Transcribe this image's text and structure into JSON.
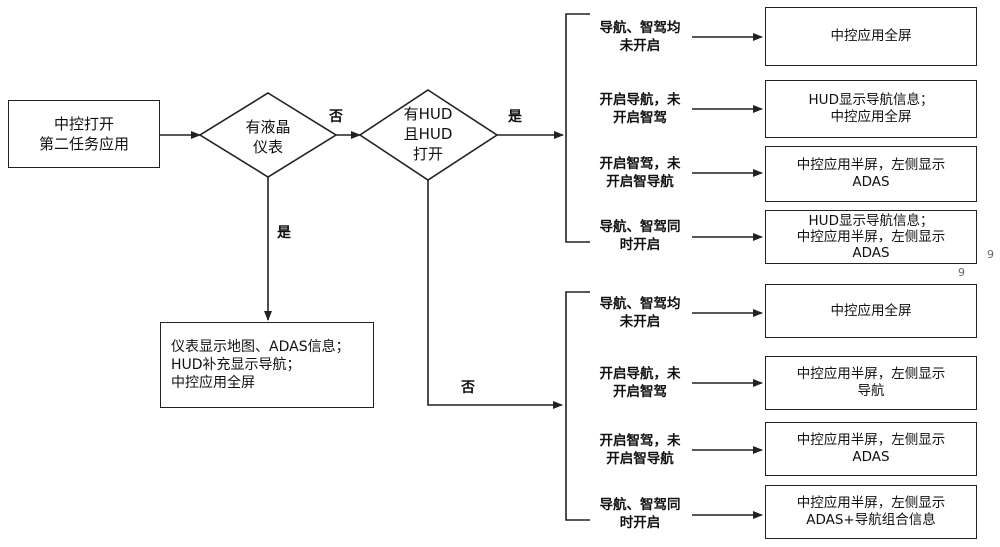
{
  "start_box": "中控打开\n第二任务应用",
  "decision_lcd": "有液晶\n仪表",
  "decision_hud": "有HUD\n且HUD\n打开",
  "label_no_1": "否",
  "label_yes_1": "是",
  "label_yes_2": "是",
  "label_no_2": "否",
  "lcd_result": "仪表显示地图、ADAS信息；\nHUD补充显示导航；\n中控应用全屏",
  "top_group": {
    "conditions": [
      "导航、智驾均\n未开启",
      "开启导航，未\n开启智驾",
      "开启智驾，未\n开启智导航",
      "导航、智驾同\n时开启"
    ],
    "results": [
      "中控应用全屏",
      "HUD显示导航信息；\n中控应用全屏",
      "中控应用半屏，左侧显示\nADAS",
      "HUD显示导航信息；\n中控应用半屏，左侧显示\nADAS"
    ]
  },
  "bottom_group": {
    "conditions": [
      "导航、智驾均\n未开启",
      "开启导航，未\n开启智驾",
      "开启智驾，未\n开启智导航",
      "导航、智驾同\n时开启"
    ],
    "results": [
      "中控应用全屏",
      "中控应用半屏，左侧显示\n导航",
      "中控应用半屏，左侧显示\nADAS",
      "中控应用半屏，左侧显示\nADAS+导航组合信息"
    ]
  },
  "stray_marks": [
    "9",
    "9"
  ]
}
